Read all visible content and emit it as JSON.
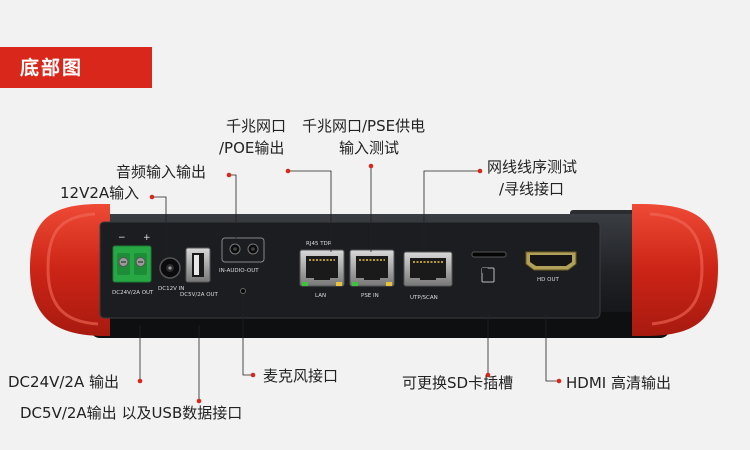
{
  "section_title": "底部图",
  "labels": {
    "gigabit_poe_out_l1": "千兆网口",
    "gigabit_poe_out_l2": "/POE输出",
    "gigabit_pse_in_l1": "千兆网口/PSE供电",
    "gigabit_pse_in_l2": "输入测试",
    "audio_io": "音频输入输出",
    "dc12v_in": "12V2A输入",
    "cable_tracer_l1": "网线线序测试",
    "cable_tracer_l2": "/寻线接口",
    "dc24v_out": "DC24V/2A 输出",
    "dc5v_usb": "DC5V/2A输出 以及USB数据接口",
    "mic": "麦克风接口",
    "sd_slot": "可更换SD卡插槽",
    "hdmi_out": "HDMI 高清输出"
  },
  "panel_text": {
    "dc24v": "DC24V/2A OUT",
    "dc12v": "DC12V IN",
    "dc5v": "DC5V/2A OUT",
    "audio": "IN-AUDIO-OUT",
    "rj45": "RJ45 TDR",
    "lan": "LAN",
    "pse": "PSE IN",
    "utp": "UTP/SCAN",
    "hd": "HD OUT",
    "minus": "−",
    "plus": "+"
  },
  "colors": {
    "accent_red": "#d9281b",
    "bumper_red": "#d42a1c",
    "panel_dark": "#1e2024",
    "connector_green": "#27a845"
  }
}
